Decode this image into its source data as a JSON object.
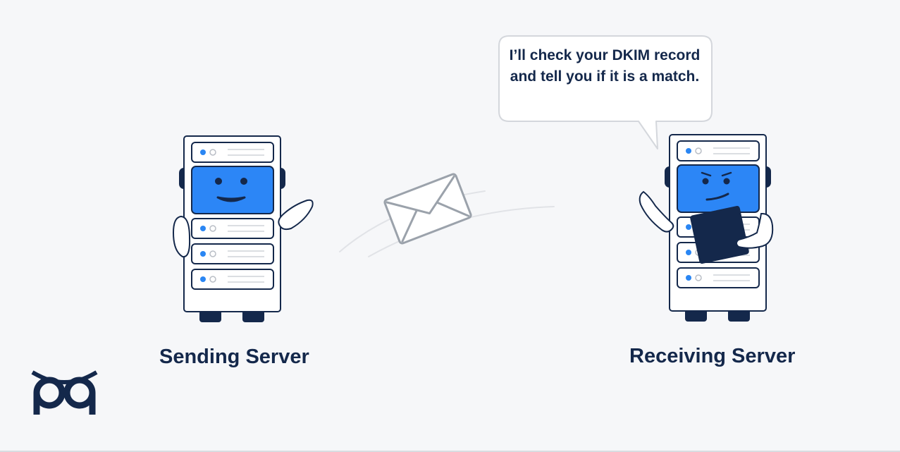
{
  "speech_bubble": {
    "text": "I’ll check your DKIM record and tell you if it is a match."
  },
  "sending_server": {
    "label": "Sending Server"
  },
  "receiving_server": {
    "label": "Receiving Server"
  },
  "icons": {
    "envelope": "envelope-icon",
    "logo": "owl-logo-icon",
    "tablet": "tablet-icon"
  },
  "colors": {
    "background": "#f6f7f9",
    "outline": "#14284b",
    "screen_blue": "#2c86f6",
    "led_blue": "#2a86f3",
    "envelope_outline": "#9ba2ab"
  }
}
